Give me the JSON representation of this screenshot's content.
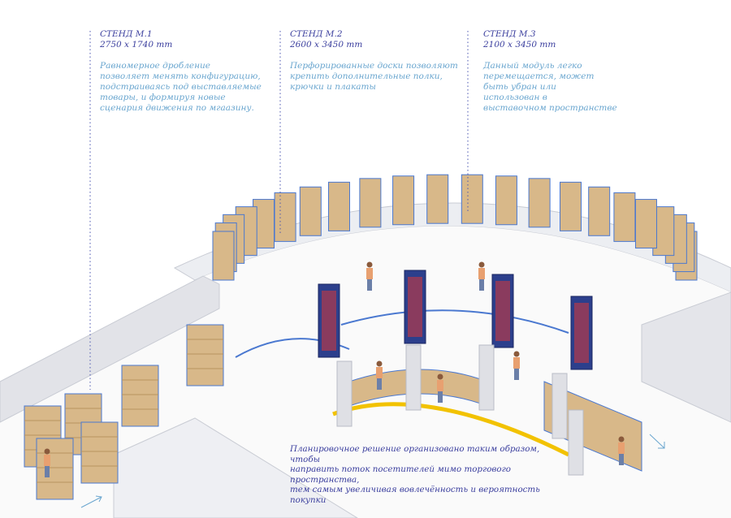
{
  "stands": [
    {
      "title": "СТЕНД М.1",
      "size": "2750 x 1740 mm",
      "description": "Равномерное дробление\nпозволяет менять конфигурацию,\nподстраиваясь под выставляемые\nтовары, и формируя новые\nсценария движения по мгаазину."
    },
    {
      "title": "СТЕНД М.2",
      "size": "2600 x 3450 mm",
      "description": "Перфорированные доски позволяют\nкрепить дополнительные полки,\nкрючки и плакаты"
    },
    {
      "title": "СТЕНД М.3",
      "size": "2100 x 3450 mm",
      "description": "Данный модуль легко\nперемещается, может\nбыть убран или\nиспользован в\nвыставочном пространстве"
    }
  ],
  "caption": "Планировочное решение организовано таким образом, чтобы\nнаправить поток посетителей мимо торгового пространства,\nтем самым увеличивая вовлечённость и вероятность покупки",
  "colors": {
    "heading": "#3b3f9e",
    "body": "#6aa6cf",
    "shelf": "#d8b889",
    "frame": "#4a78d0",
    "path": "#f2c200",
    "wall": "#e4e5ea"
  }
}
